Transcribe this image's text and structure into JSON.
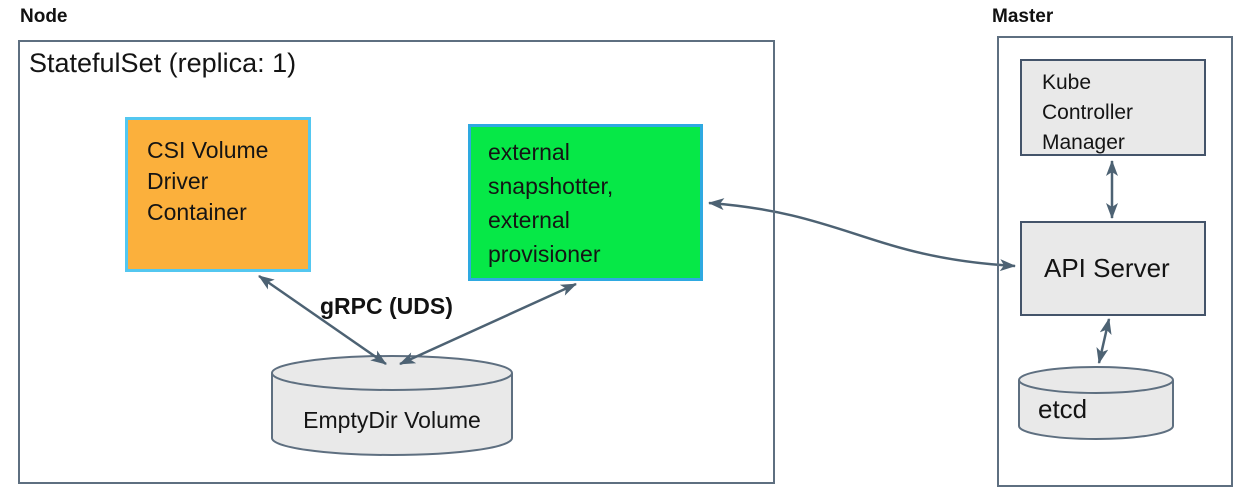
{
  "node": {
    "label": "Node",
    "statefulset": "StatefulSet (replica: 1)",
    "csi_box": {
      "lines": [
        "CSI Volume",
        "Driver",
        "Container"
      ]
    },
    "sidecar_box": {
      "lines": [
        "external",
        "snapshotter,",
        "external",
        "provisioner"
      ]
    },
    "grpc_label": "gRPC (UDS)",
    "emptydir_label": "EmptyDir Volume"
  },
  "master": {
    "label": "Master",
    "kcm_box": {
      "lines": [
        "Kube",
        "Controller",
        "Manager"
      ]
    },
    "api_server": "API Server",
    "etcd": "etcd"
  },
  "colors": {
    "csi_fill": "#FBB03C",
    "csi_border": "#53C7F0",
    "sidecar_fill": "#06E847",
    "sidecar_border": "#2EA9E1",
    "gray_fill": "#E9E9E9",
    "inner_border": "#44546A",
    "outer_border": "#5E6F80",
    "arrow": "#4D6273"
  }
}
